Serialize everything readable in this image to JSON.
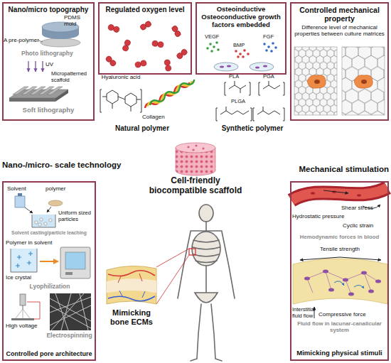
{
  "diagram": {
    "nodes": [
      {
        "text": [
          "Nano/micro topography"
        ]
      },
      {
        "text": [
          "Regulated oxygen level"
        ]
      },
      {
        "text": [
          "Osteoinductive Osteoconductive growth factors embedded"
        ]
      },
      {
        "text": [
          "Controlled mechanical property"
        ]
      },
      {
        "text": [
          "Controlled pore architecture"
        ]
      },
      {
        "text": [
          "Mimicking physical stimuli"
        ]
      }
    ],
    "labels": [
      "PDMS mold",
      "A pre-polymer",
      "Photo lithography",
      "UV",
      "Micropatterned scaffold",
      "Soft lithography",
      "VEGF",
      "BMP",
      "FGF",
      "Difference level of mechanical properties between culture matrices",
      "Hyaluronic acid",
      "Collagen",
      "Natural polymer",
      "PLA",
      "PGA",
      "PLGA",
      "Synthetic polymer",
      "Nano-/micro- scale technology",
      "Mechanical stimulation",
      "Cell-friendly biocompatible scaffold",
      "Solvent",
      "polymer",
      "Uniform sized particles",
      "Solvent casting/particle leaching",
      "Polymer in solvent",
      "Ice crystal",
      "Lyophilization",
      "High voltage",
      "Electrospinning",
      "Mimicking bone ECMs",
      "Shear stress",
      "Hydrostatic pressure",
      "Cyclic strain",
      "Hemodynamic forces in blood",
      "Tensile strength",
      "Interstitial fluid flow",
      "Compressive force",
      "Fluid flow in lacunar-canalicular system"
    ]
  }
}
